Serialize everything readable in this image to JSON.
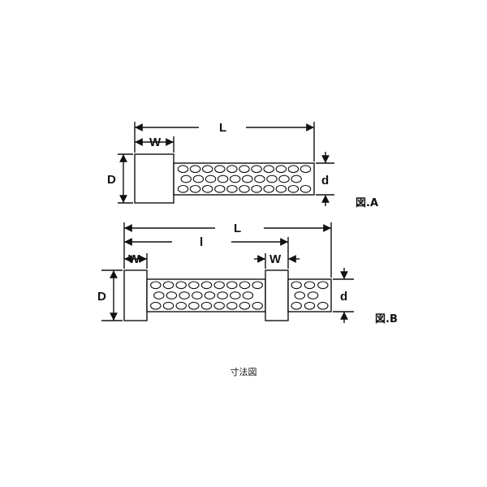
{
  "figure_a": {
    "label_L": "L",
    "label_W": "W",
    "label_D": "D",
    "label_d": "d",
    "caption": "図.A"
  },
  "figure_b": {
    "label_L": "L",
    "label_l": "l",
    "label_W_left": "W",
    "label_W_right": "W",
    "label_D": "D",
    "label_d": "d",
    "caption": "図.B"
  },
  "page_caption": "寸法図"
}
